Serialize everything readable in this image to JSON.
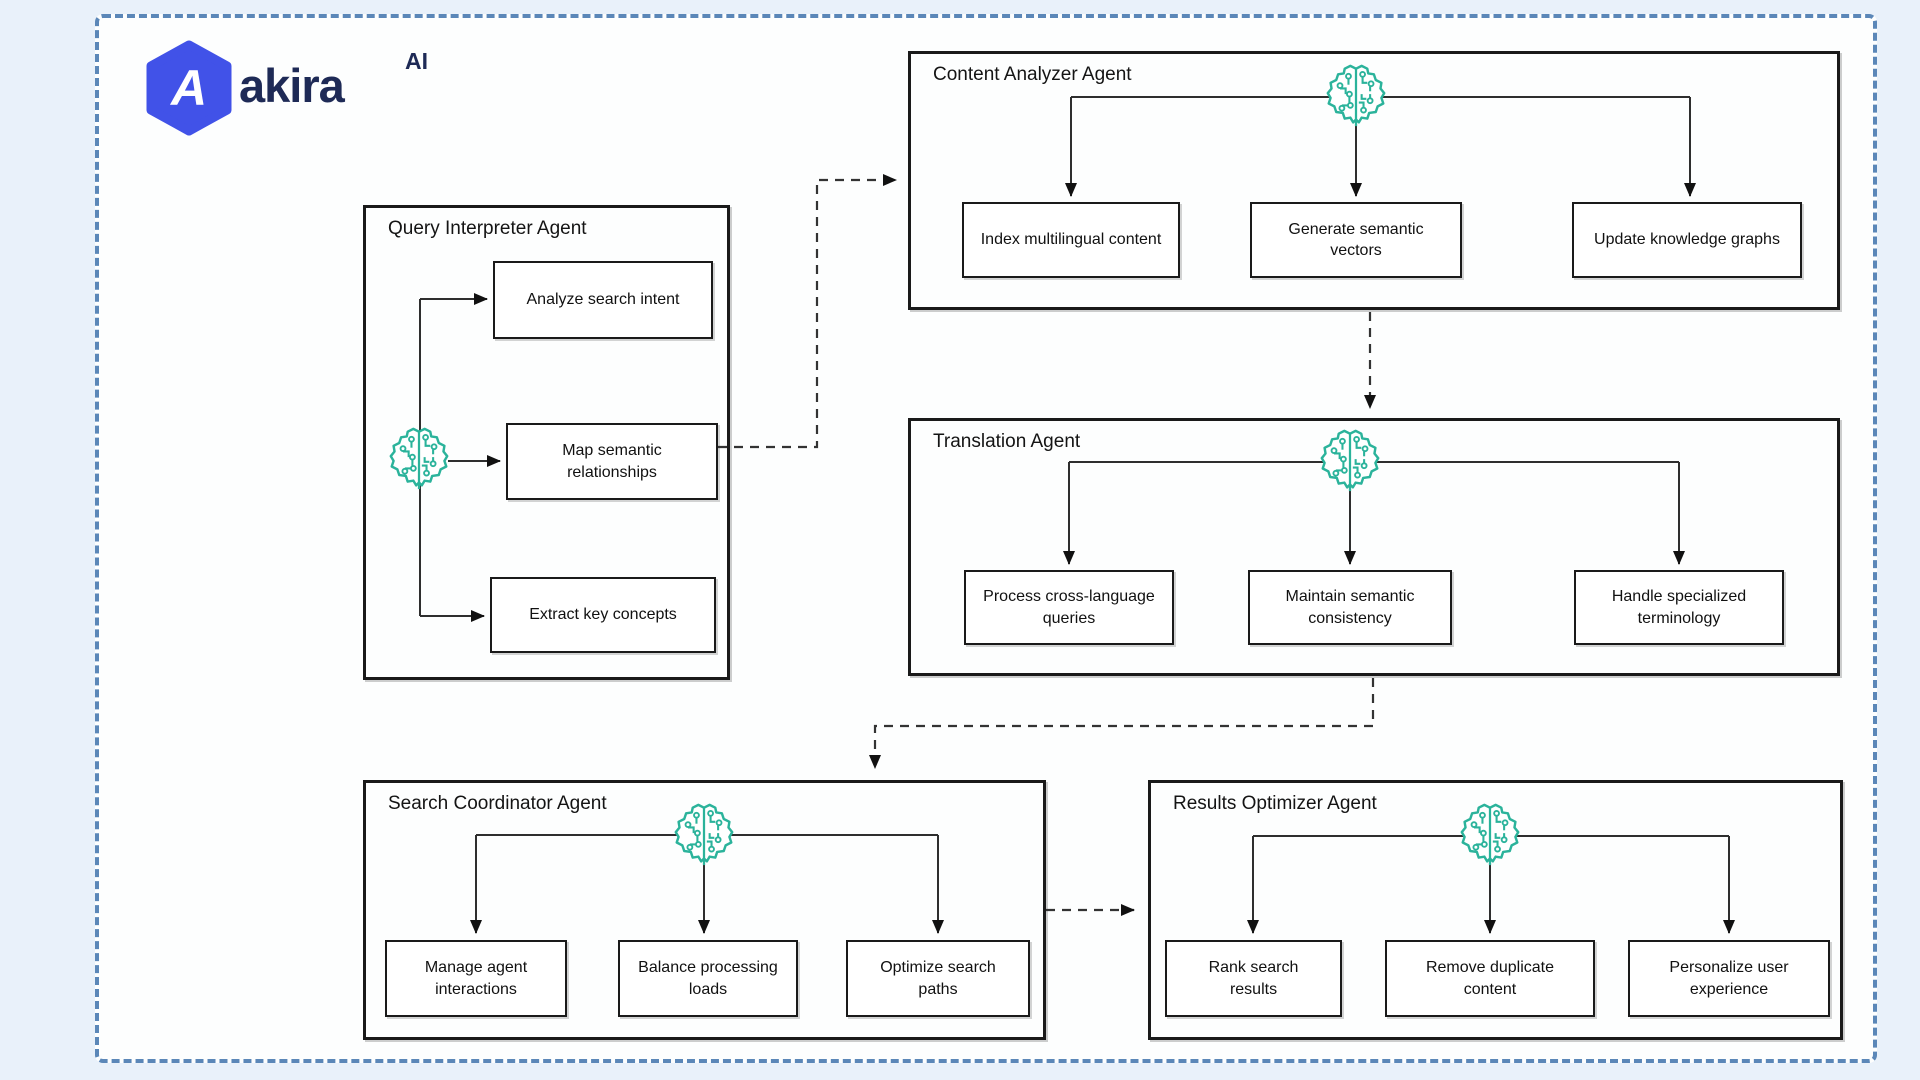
{
  "brand": {
    "logo_text": "akira",
    "logo_superscript": "AI",
    "logo_icon": "akira-hexagon-a-logo"
  },
  "colors": {
    "accent_teal": "#2bb39b",
    "outer_border_blue": "#5b87b8",
    "logo_blue": "#4152e8",
    "logo_navy": "#1e2a56",
    "connector": "#2e2e2e",
    "box_border": "#1a1a1a",
    "canvas_bg": "#e9f1fa",
    "panel_bg": "#fdfefe"
  },
  "agents": [
    {
      "id": "query-interpreter",
      "title": "Query Interpreter Agent",
      "icon": "ai-brain-icon",
      "tasks": [
        "Analyze search intent",
        "Map semantic relationships",
        "Extract key concepts"
      ]
    },
    {
      "id": "content-analyzer",
      "title": "Content Analyzer Agent",
      "icon": "ai-brain-icon",
      "tasks": [
        "Index multilingual content",
        "Generate semantic vectors",
        "Update knowledge graphs"
      ]
    },
    {
      "id": "translation",
      "title": "Translation Agent",
      "icon": "ai-brain-icon",
      "tasks": [
        "Process cross-language queries",
        "Maintain semantic consistency",
        "Handle specialized terminology"
      ]
    },
    {
      "id": "search-coordinator",
      "title": "Search Coordinator Agent",
      "icon": "ai-brain-icon",
      "tasks": [
        "Manage agent interactions",
        "Balance processing loads",
        "Optimize search paths"
      ]
    },
    {
      "id": "results-optimizer",
      "title": "Results Optimizer Agent",
      "icon": "ai-brain-icon",
      "tasks": [
        "Rank search results",
        "Remove duplicate content",
        "Personalize user experience"
      ]
    }
  ],
  "flows": [
    {
      "from": "Query Interpreter Agent",
      "to": "Content Analyzer Agent",
      "style": "dashed"
    },
    {
      "from": "Content Analyzer Agent",
      "to": "Translation Agent",
      "style": "dashed"
    },
    {
      "from": "Translation Agent",
      "to": "Search Coordinator Agent",
      "style": "dashed"
    },
    {
      "from": "Search Coordinator Agent",
      "to": "Results Optimizer Agent",
      "style": "dashed"
    }
  ]
}
